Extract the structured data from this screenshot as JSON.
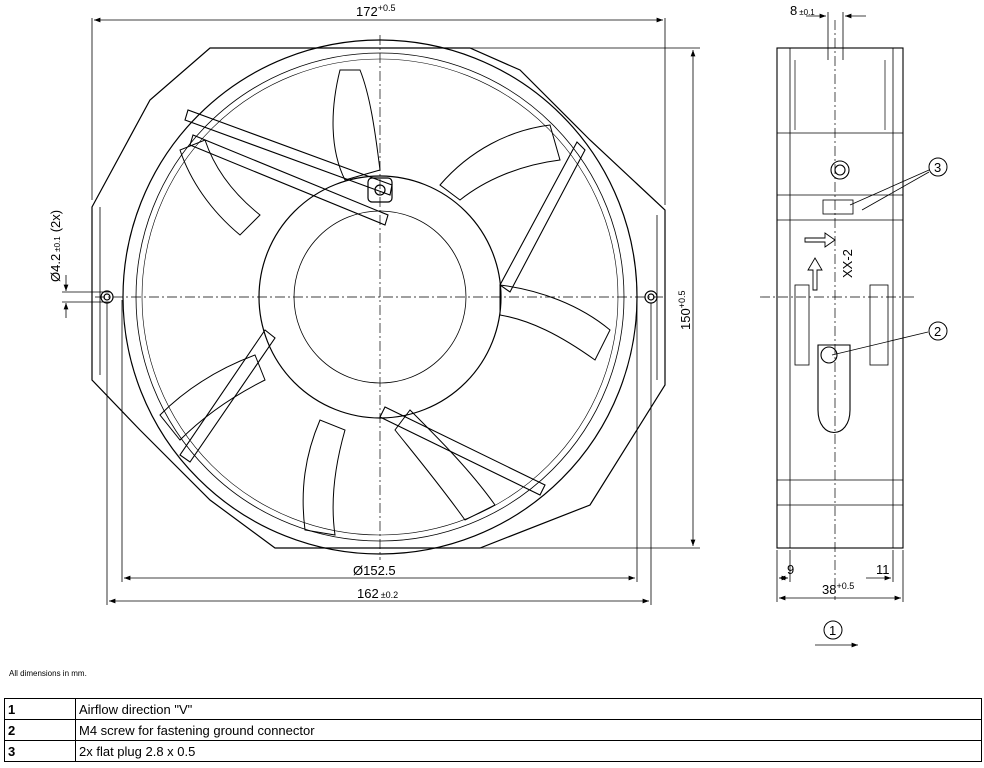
{
  "dimensions": {
    "width_172": "172",
    "width_172_tol": "+0.5",
    "depth_8": "8",
    "depth_8_tol": "±0.1",
    "hole": "Ø4.2",
    "hole_tol": "±0.1",
    "hole_count": "(2x)",
    "height_150": "150",
    "height_150_tol": "+0.5",
    "diameter": "Ø152.5",
    "width_162": "162",
    "width_162_tol": "±0.2",
    "side_9": "9",
    "side_38": "38",
    "side_38_tol": "+0.5",
    "side_11": "11"
  },
  "callouts": {
    "c1": "1",
    "c2": "2",
    "c3": "3"
  },
  "side_label": "XX-2",
  "note": "All dimensions in mm.",
  "legend": [
    {
      "num": "1",
      "text": "Airflow direction \"V\""
    },
    {
      "num": "2",
      "text": "M4 screw for fastening ground connector"
    },
    {
      "num": "3",
      "text": "2x flat plug 2.8 x 0.5"
    }
  ]
}
